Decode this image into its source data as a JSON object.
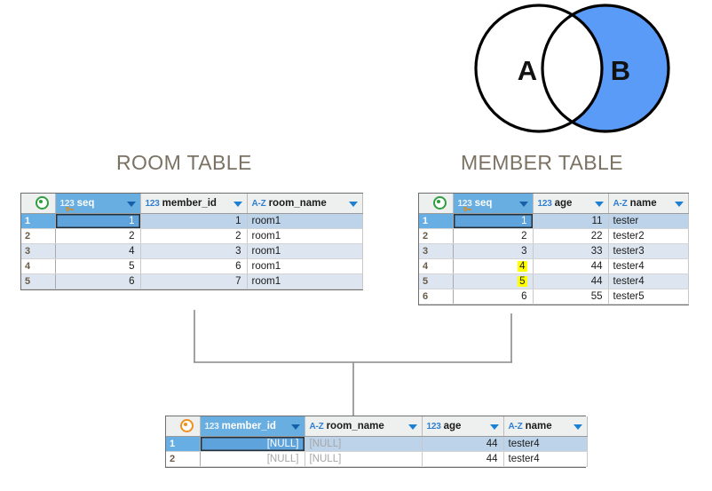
{
  "venn": {
    "left_label": "A",
    "right_label": "B",
    "fill_color": "#5b9bf8",
    "stroke_color": "#000000",
    "highlighted_region": "B-only"
  },
  "captions": {
    "room": "ROOM TABLE",
    "member": "MEMBER TABLE"
  },
  "room_table": {
    "corner_icon": "record-indicator-icon",
    "columns": [
      {
        "name": "seq",
        "type_prefix": "123",
        "type": "numeric",
        "is_key": true,
        "highlighted": true
      },
      {
        "name": "member_id",
        "type_prefix": "123",
        "type": "numeric",
        "is_key": false,
        "highlighted": false
      },
      {
        "name": "room_name",
        "type_prefix": "A-Z",
        "type": "text",
        "is_key": false,
        "highlighted": false
      }
    ],
    "rows": [
      {
        "num": "1",
        "seq": "1",
        "member_id": "1",
        "room_name": "room1"
      },
      {
        "num": "2",
        "seq": "2",
        "member_id": "2",
        "room_name": "room1"
      },
      {
        "num": "3",
        "seq": "4",
        "member_id": "3",
        "room_name": "room1"
      },
      {
        "num": "4",
        "seq": "5",
        "member_id": "6",
        "room_name": "room1"
      },
      {
        "num": "5",
        "seq": "6",
        "member_id": "7",
        "room_name": "room1"
      }
    ]
  },
  "member_table": {
    "corner_icon": "record-indicator-icon",
    "columns": [
      {
        "name": "seq",
        "type_prefix": "123",
        "type": "numeric",
        "is_key": true,
        "highlighted": true
      },
      {
        "name": "age",
        "type_prefix": "123",
        "type": "numeric",
        "is_key": false,
        "highlighted": false
      },
      {
        "name": "name",
        "type_prefix": "A-Z",
        "type": "text",
        "is_key": false,
        "highlighted": false
      }
    ],
    "rows": [
      {
        "num": "1",
        "seq": "1",
        "age": "11",
        "name": "tester",
        "seq_highlighted": false
      },
      {
        "num": "2",
        "seq": "2",
        "age": "22",
        "name": "tester2",
        "seq_highlighted": false
      },
      {
        "num": "3",
        "seq": "3",
        "age": "33",
        "name": "tester3",
        "seq_highlighted": false
      },
      {
        "num": "4",
        "seq": "4",
        "age": "44",
        "name": "tester4",
        "seq_highlighted": true
      },
      {
        "num": "5",
        "seq": "5",
        "age": "44",
        "name": "tester4",
        "seq_highlighted": true
      },
      {
        "num": "6",
        "seq": "6",
        "age": "55",
        "name": "tester5",
        "seq_highlighted": false
      }
    ]
  },
  "result_table": {
    "corner_icon": "record-indicator-icon",
    "columns": [
      {
        "name": "member_id",
        "type_prefix": "123",
        "type": "numeric",
        "highlighted": true
      },
      {
        "name": "room_name",
        "type_prefix": "A-Z",
        "type": "text",
        "highlighted": false
      },
      {
        "name": "age",
        "type_prefix": "123",
        "type": "numeric",
        "highlighted": false
      },
      {
        "name": "name",
        "type_prefix": "A-Z",
        "type": "text",
        "highlighted": false
      }
    ],
    "null_text": "[NULL]",
    "rows": [
      {
        "num": "1",
        "member_id": "[NULL]",
        "room_name": "[NULL]",
        "age": "44",
        "name": "tester4"
      },
      {
        "num": "2",
        "member_id": "[NULL]",
        "room_name": "[NULL]",
        "age": "44",
        "name": "tester4"
      }
    ]
  },
  "colors": {
    "header_highlight": "#69aee0",
    "selection": "#5fa3dd",
    "alt_row": "#dde5f0",
    "yellow_mark": "#ffff00",
    "caption_text": "#7b7264",
    "type_prefix": "#2f7fd0"
  }
}
